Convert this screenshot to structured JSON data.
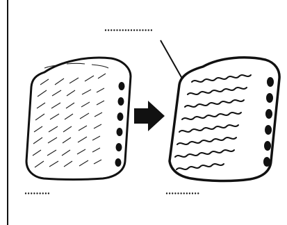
{
  "diagram": {
    "callout_label": "ꞏꞏꞏꞏꞏꞏꞏꞏꞏꞏꞏꞏꞏꞏꞏꞏꞏ",
    "left_caption": "ꞏꞏꞏꞏꞏꞏꞏꞏꞏ",
    "right_caption": "ꞏꞏꞏꞏꞏꞏꞏꞏꞏꞏꞏꞏ"
  },
  "icons": {
    "arrow": "right-arrow-icon",
    "left_pad": "textured-pad-icon",
    "right_pad": "wavy-pad-icon"
  }
}
